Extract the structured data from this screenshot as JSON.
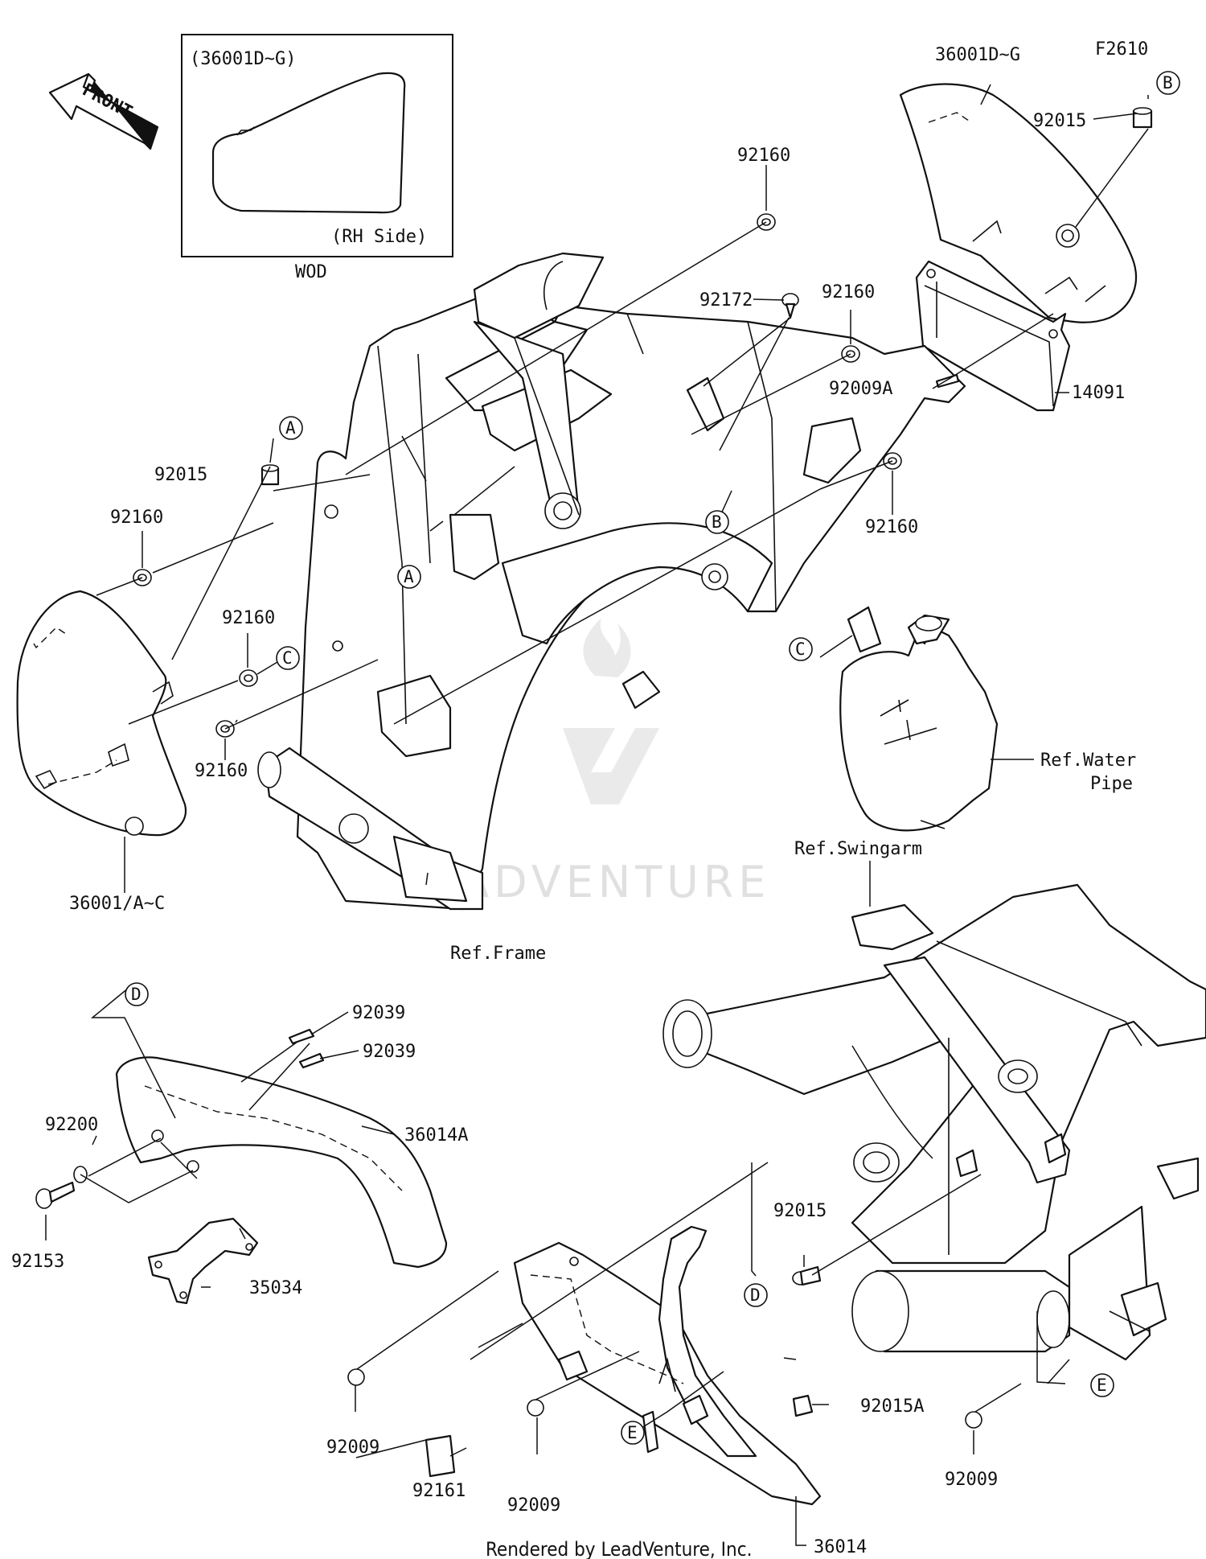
{
  "figure_code": "F2610",
  "footer": "Rendered by LeadVenture, Inc.",
  "watermark": "LEADVENTURE",
  "front_arrow": "FRONT",
  "inset": {
    "title": "(36001D~G)",
    "side": "(RH Side)",
    "caption": "WOD"
  },
  "callouts": {
    "A1": "A",
    "A2": "A",
    "B1": "B",
    "B2": "B",
    "C1": "C",
    "C2": "C",
    "D1": "D",
    "D2": "D",
    "E1": "E",
    "E2": "E"
  },
  "labels": {
    "p36001DG": "36001D~G",
    "p92015_b": "92015",
    "p92160_top": "92160",
    "p92172": "92172",
    "p92160_mid": "92160",
    "p92009A": "92009A",
    "p14091": "14091",
    "p92160_right": "92160",
    "p92015_a": "92015",
    "p92160_left": "92160",
    "p92160_c": "92160",
    "p92160_low": "92160",
    "p36001AC": "36001/A~C",
    "ref_frame": "Ref.Frame",
    "ref_water_1": "Ref.Water",
    "ref_water_2": "Pipe",
    "ref_swingarm": "Ref.Swingarm",
    "p92039_1": "92039",
    "p92039_2": "92039",
    "p92200": "92200",
    "p36014A": "36014A",
    "p92153": "92153",
    "p35034": "35034",
    "p92015_d": "92015",
    "p92015A": "92015A",
    "p92009_1": "92009",
    "p92161": "92161",
    "p92009_2": "92009",
    "p92009_3": "92009",
    "p36014": "36014"
  }
}
